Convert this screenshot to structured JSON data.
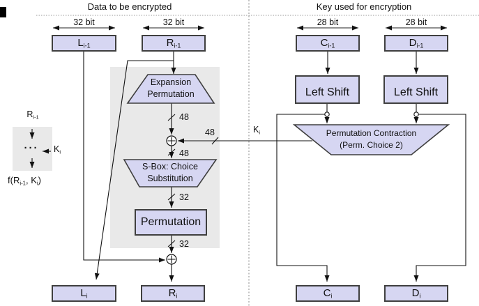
{
  "headers": {
    "left": "Data to be encrypted",
    "right": "Key used for encryption"
  },
  "bit_widths": {
    "l_prev": "32 bit",
    "r_prev": "32 bit",
    "c_prev": "28 bit",
    "d_prev": "28 bit"
  },
  "registers": {
    "l_prev": {
      "base": "L",
      "sub": "i-1"
    },
    "r_prev": {
      "base": "R",
      "sub": "i-1"
    },
    "c_prev": {
      "base": "C",
      "sub": "i-1"
    },
    "d_prev": {
      "base": "D",
      "sub": "i-1"
    },
    "l_next": {
      "base": "L",
      "sub": "i"
    },
    "r_next": {
      "base": "R",
      "sub": "i"
    },
    "c_next": {
      "base": "C",
      "sub": "i"
    },
    "d_next": {
      "base": "D",
      "sub": "i"
    }
  },
  "blocks": {
    "expansion": {
      "line1": "Expansion",
      "line2": "Permutation"
    },
    "sbox": {
      "line1": "S-Box: Choice",
      "line2": "Substitution"
    },
    "permutation": "Permutation",
    "left_shift_c": "Left Shift",
    "left_shift_d": "Left Shift",
    "perm_choice": {
      "line1": "Permutation Contraction",
      "line2": "(Perm. Choice 2)"
    }
  },
  "wire_labels": {
    "expansion_out": "48",
    "key_in": "48",
    "xor_out": "48",
    "sbox_out": "32",
    "permutation_out": "32"
  },
  "key_label": {
    "base": "K",
    "sub": "i"
  },
  "legend": {
    "input": {
      "base": "R",
      "sub": "i-1"
    },
    "dots": "···",
    "key": {
      "base": "K",
      "sub": "i"
    },
    "output": {
      "p1": "f(R",
      "s1": "i-1",
      "p2": ", K",
      "s2": "i",
      "p3": ")"
    }
  },
  "colors": {
    "block_fill": "#d6d6f2",
    "block_border": "#3f3f3f",
    "panel_gray": "#e9e9e9",
    "wire": "#111111",
    "divider_gray": "#888888"
  }
}
